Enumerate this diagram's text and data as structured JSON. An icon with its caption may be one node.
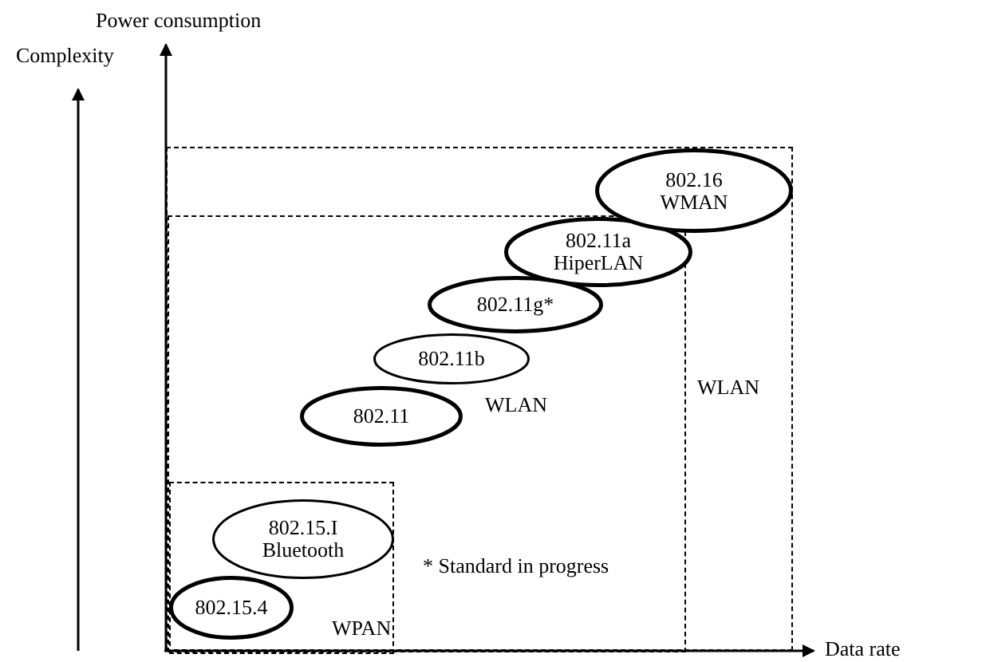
{
  "diagram": {
    "nodes": [
      {
        "text": [
          "WLAN"
        ]
      },
      {
        "text": [
          "WLAN"
        ],
        "in": 0
      },
      {
        "text": [
          "WPAN"
        ],
        "in": 1
      },
      {
        "text": [
          "802.16 WMAN"
        ],
        "in": 0
      },
      {
        "text": [
          "802.11a HiperLAN"
        ],
        "in": 1
      },
      {
        "text": [
          "802.11g*"
        ],
        "in": 1
      },
      {
        "text": [
          "802.11b"
        ],
        "in": 1
      },
      {
        "text": [
          "802.11"
        ],
        "in": 1
      },
      {
        "text": [
          "802.15.I Bluetooth"
        ],
        "in": 2
      },
      {
        "text": [
          "802.15.4"
        ],
        "in": 2
      }
    ],
    "edges": [],
    "labels": [
      "Power consumption",
      "Complexity",
      "* Standard in progress",
      "Data rate"
    ]
  }
}
